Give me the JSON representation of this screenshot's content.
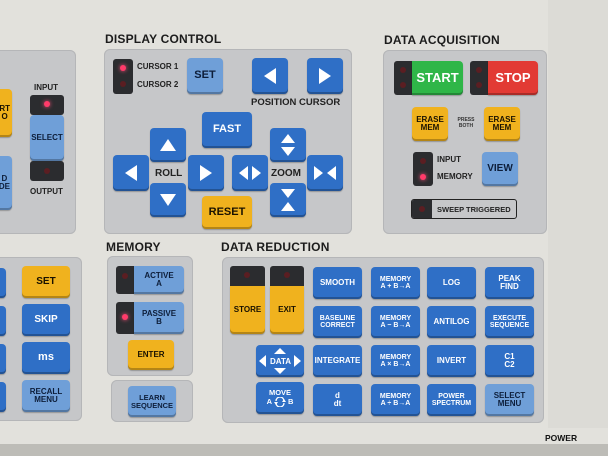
{
  "sections": {
    "display_control": "DISPLAY CONTROL",
    "data_acquisition": "DATA ACQUISITION",
    "memory": "MEMORY",
    "data_reduction": "DATA REDUCTION"
  },
  "left": {
    "cut_top": "RT\nO",
    "cut_bottom": "D\nDE",
    "input": "INPUT",
    "select": "SELECT",
    "output": "OUTPUT",
    "set": "SET",
    "skip": "SKIP",
    "ms": "ms",
    "recall_menu": "RECALL\nMENU"
  },
  "display": {
    "cursor1": "CURSOR 1",
    "cursor2": "CURSOR 2",
    "set": "SET",
    "position_cursor": "POSITION CURSOR",
    "fast": "FAST",
    "roll": "ROLL",
    "zoom": "ZOOM",
    "reset": "RESET"
  },
  "acq": {
    "start": "START",
    "stop": "STOP",
    "erase_mem_left": "ERASE\nMEM",
    "press_both": "PRESS\nBOTH",
    "erase_mem_right": "ERASE\nMEM",
    "input": "INPUT",
    "memory": "MEMORY",
    "view": "VIEW",
    "sweep_triggered": "SWEEP TRIGGERED"
  },
  "memory": {
    "active": "ACTIVE\nA",
    "passive": "PASSIVE\nB",
    "enter": "ENTER",
    "learn_sequence": "LEARN\nSEQUENCE"
  },
  "reduction": {
    "store": "STORE",
    "exit": "EXIT",
    "data": "DATA",
    "move_a": "A",
    "move_b": "B",
    "move": "MOVE",
    "grid": [
      [
        "SMOOTH",
        "MEMORY\nA + B→A",
        "LOG",
        "PEAK\nFIND"
      ],
      [
        "BASELINE\nCORRECT",
        "MEMORY\nA − B→A",
        "ANTILOG",
        "EXECUTE\nSEQUENCE"
      ],
      [
        "INTEGRATE",
        "MEMORY\nA × B→A",
        "INVERT",
        "C1\nC2"
      ],
      [
        "d\ndt",
        "MEMORY\nA ÷ B→A",
        "POWER\nSPECTRUM",
        "SELECT\nMENU"
      ]
    ]
  },
  "power": "POWER",
  "colors": {
    "panel": "#c6c7c9",
    "blue": "#2f6fc6",
    "light_blue": "#6f9fd8",
    "yellow": "#f0b21e",
    "green": "#2fb648",
    "red": "#e23a34"
  }
}
